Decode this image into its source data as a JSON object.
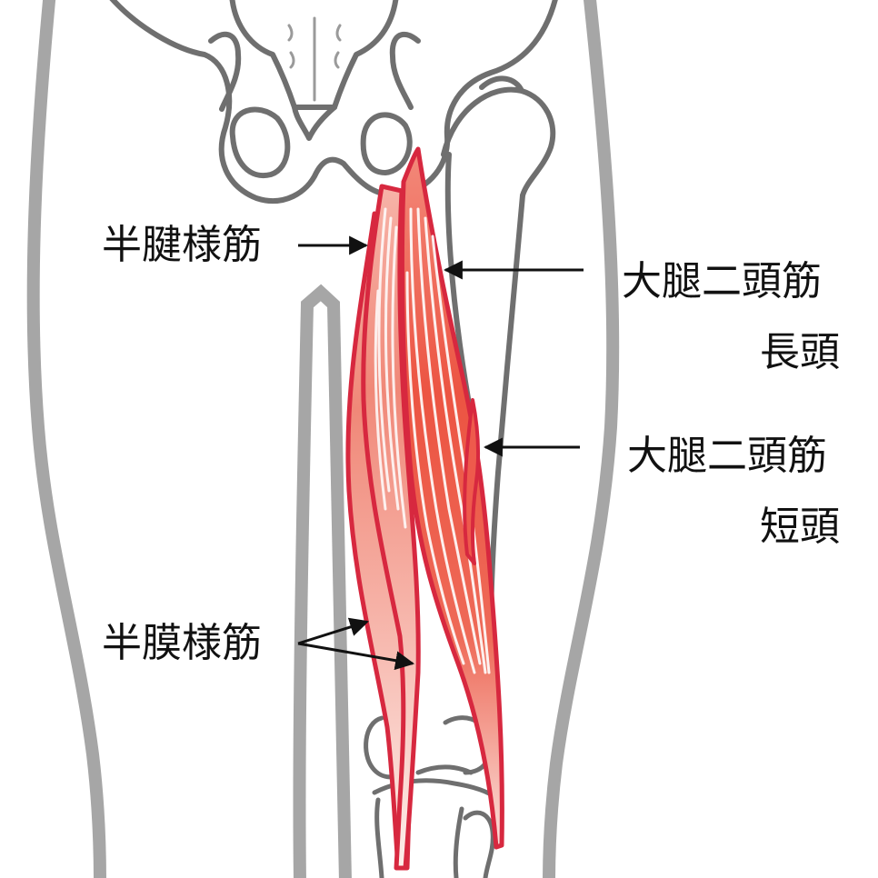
{
  "labels": {
    "semitendinosus": "半腱様筋",
    "biceps_long_line1": "大腿二頭筋",
    "biceps_long_line2": "長頭",
    "biceps_short_line1": "大腿二頭筋",
    "biceps_short_line2": "短頭",
    "semimembranosus": "半膜様筋"
  },
  "colors": {
    "outline_gray": "#a6a6a6",
    "bone_gray": "#6f6f6f",
    "muscle_outline": "#d7283f",
    "muscle_fill": "#ee5a4c",
    "muscle_fill_light": "#f6a89c",
    "arrow": "#111111"
  }
}
